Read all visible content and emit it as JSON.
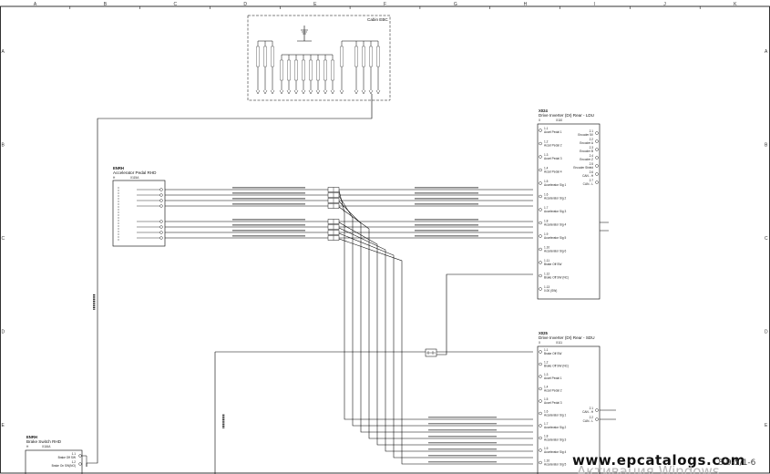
{
  "grid": {
    "columns": [
      "A",
      "B",
      "C",
      "D",
      "E",
      "F",
      "G",
      "H",
      "I",
      "J",
      "K"
    ],
    "rows": [
      "A",
      "B",
      "C",
      "D",
      "E"
    ]
  },
  "cabin_ebc": {
    "title": "Cabin EBC"
  },
  "accel_pedal": {
    "ref": "ENRH",
    "name": "Accelerator Pedal RHD",
    "loc": "H",
    "connector": "X115A"
  },
  "inverter_ldu": {
    "ref": "X024",
    "name": "Drive Inverter (DI) Rear - LDU",
    "loc": "X",
    "connector": "X110",
    "left_pins": [
      {
        "num": "1.1",
        "label": "Accel Pedal 1"
      },
      {
        "num": "1.2",
        "label": "Accel Pedal 2"
      },
      {
        "num": "1.3",
        "label": "Accel Pedal 3"
      },
      {
        "num": "1.4",
        "label": "Accel Pedal 4"
      },
      {
        "num": "1.5",
        "label": "Accelerator Sig 1"
      },
      {
        "num": "1.6",
        "label": "Accelerator Sig 2"
      },
      {
        "num": "1.7",
        "label": "Accelerator Sig 3"
      },
      {
        "num": "1.8",
        "label": "Accelerator Sig 4"
      },
      {
        "num": "1.9",
        "label": "Accelerator Sig 5"
      },
      {
        "num": "1.10",
        "label": "Accelerator Sig 6"
      },
      {
        "num": "1.11",
        "label": "Brake Off SW"
      },
      {
        "num": "1.12",
        "label": "Brake Off SW (NC)"
      },
      {
        "num": "1.13",
        "label": "0.00 (SW)"
      }
    ],
    "right_pins": [
      {
        "num": "2.1",
        "label": "Encoder 5V"
      },
      {
        "num": "2.2",
        "label": "Encoder A"
      },
      {
        "num": "2.3",
        "label": "Encoder B"
      },
      {
        "num": "2.4",
        "label": "Encoder Z"
      },
      {
        "num": "2.5",
        "label": "Encoder Shield"
      },
      {
        "num": "2.6",
        "label": "CAN - H"
      },
      {
        "num": "2.7",
        "label": "CAN - L"
      }
    ]
  },
  "inverter_sdu": {
    "ref": "X025",
    "name": "Drive Inverter (DI) Rear - SDU",
    "loc": "X",
    "connector": "X111",
    "left_pins": [
      {
        "num": "1.1",
        "label": "Brake Off SW"
      },
      {
        "num": "1.2",
        "label": "Brake Off SW (NC)"
      },
      {
        "num": "1.3",
        "label": "Accel Pedal 1"
      },
      {
        "num": "1.4",
        "label": "Accel Pedal 2"
      },
      {
        "num": "1.5",
        "label": "Accel Pedal 3"
      },
      {
        "num": "1.6",
        "label": "Accelerator Sig 1"
      },
      {
        "num": "1.7",
        "label": "Accelerator Sig 2"
      },
      {
        "num": "1.8",
        "label": "Accelerator Sig 3"
      },
      {
        "num": "1.9",
        "label": "Accelerator Sig 4"
      },
      {
        "num": "1.10",
        "label": "Accelerator Sig 5"
      }
    ],
    "right_pins": [
      {
        "num": "2.1",
        "label": "CAN - H"
      },
      {
        "num": "2.2",
        "label": "CAN - L"
      }
    ]
  },
  "brake_switch": {
    "ref": "ENRH",
    "name": "Brake Switch RHD",
    "loc": "H",
    "connector": "X116A",
    "pins": [
      {
        "num": "1.1",
        "label": "Brake Off SW"
      },
      {
        "num": "1.2",
        "label": "Brake On SW(NO)"
      }
    ]
  },
  "watermark": {
    "url": "www.epcatalogs.com",
    "activation": "Активация Windows",
    "page_tag": "8-9-5/1-6"
  }
}
